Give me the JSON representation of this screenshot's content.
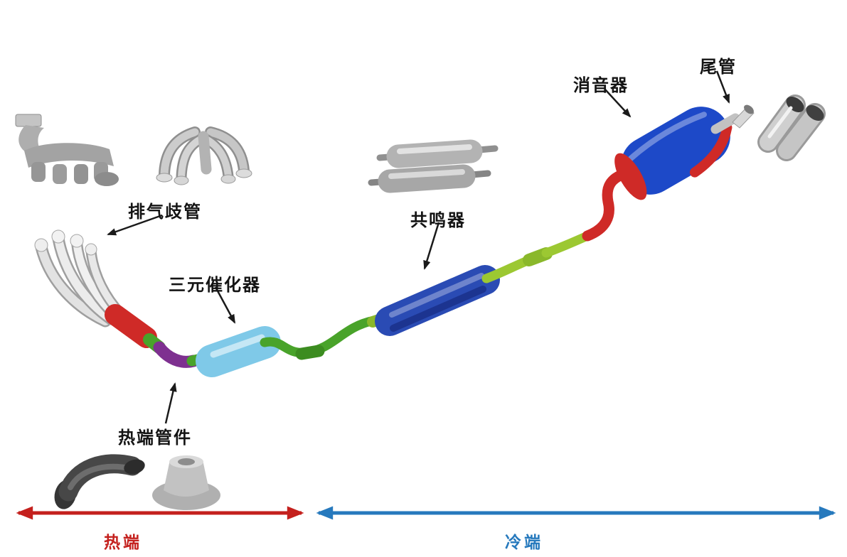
{
  "diagram": {
    "labels": {
      "exhaust_manifold": "排气歧管",
      "catalytic_converter": "三元催化器",
      "hot_end_pipe": "热端管件",
      "resonator": "共鸣器",
      "muffler": "消音器",
      "tailpipe": "尾管"
    },
    "zones": {
      "hot_end": "热端",
      "cold_end": "冷端"
    },
    "colors": {
      "hot_zone_arrow": "#c4201d",
      "cold_zone_arrow": "#2679bd",
      "manifold_silver": "#dedede",
      "hot_pipe_red": "#cf2a27",
      "elbow_purple": "#7e3090",
      "catalytic_blue": "#7fc9e8",
      "pipe_green": "#49a32a",
      "resonator_blue": "#2a4bb4",
      "pipe_lime": "#9cc832",
      "muffler_blue": "#1d49c8"
    }
  }
}
